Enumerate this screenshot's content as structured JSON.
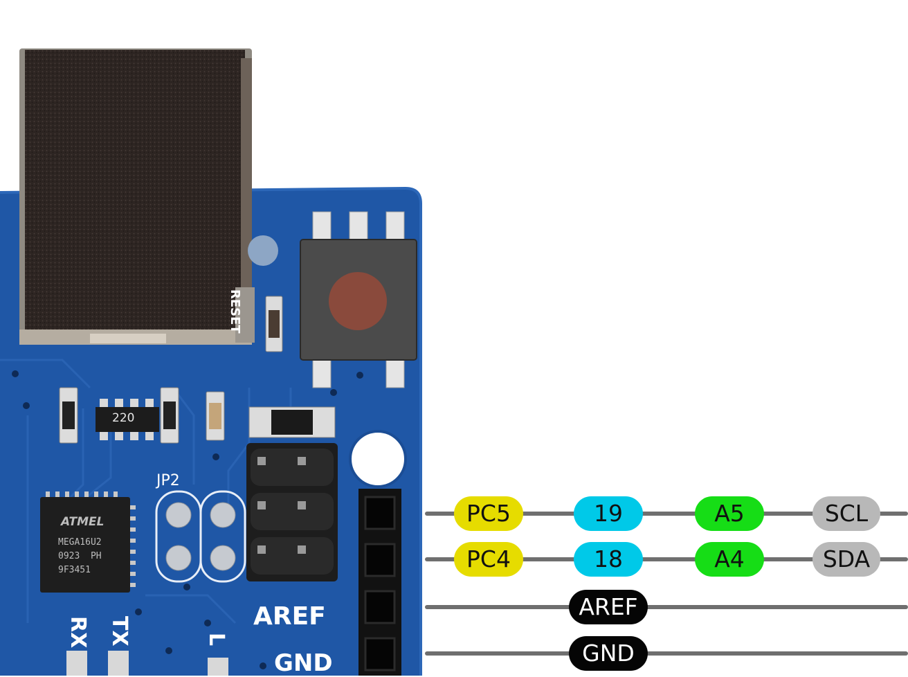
{
  "board": {
    "connector_colors": {
      "pcb": "#1f57a6",
      "usb_shell": "#2e2623",
      "header": "#141414"
    },
    "silkscreen": {
      "jp2": "JP2",
      "reset": "RESET",
      "resistor": "220",
      "rx": "RX",
      "tx": "TX",
      "led_l": "L",
      "aref": "AREF",
      "gnd": "GND"
    },
    "chip": {
      "logo": "ATMEL",
      "line1": "MEGA16U2",
      "line2": "0923  PH",
      "line3": "9F3451"
    }
  },
  "pins": [
    {
      "labels": [
        {
          "text": "PC5",
          "kind": "port",
          "bg": "#e6dc00",
          "fg": "#111111"
        },
        {
          "text": "19",
          "kind": "digital",
          "bg": "#00c9e8",
          "fg": "#111111"
        },
        {
          "text": "A5",
          "kind": "analog",
          "bg": "#16dd16",
          "fg": "#111111"
        },
        {
          "text": "SCL",
          "kind": "comm",
          "bg": "#b8b8b8",
          "fg": "#111111"
        }
      ]
    },
    {
      "labels": [
        {
          "text": "PC4",
          "kind": "port",
          "bg": "#e6dc00",
          "fg": "#111111"
        },
        {
          "text": "18",
          "kind": "digital",
          "bg": "#00c9e8",
          "fg": "#111111"
        },
        {
          "text": "A4",
          "kind": "analog",
          "bg": "#16dd16",
          "fg": "#111111"
        },
        {
          "text": "SDA",
          "kind": "comm",
          "bg": "#b8b8b8",
          "fg": "#111111"
        }
      ]
    },
    {
      "labels": [
        {
          "text": "AREF",
          "kind": "power",
          "bg": "#050505",
          "fg": "#ffffff"
        }
      ]
    },
    {
      "labels": [
        {
          "text": "GND",
          "kind": "power",
          "bg": "#050505",
          "fg": "#ffffff"
        }
      ]
    }
  ]
}
